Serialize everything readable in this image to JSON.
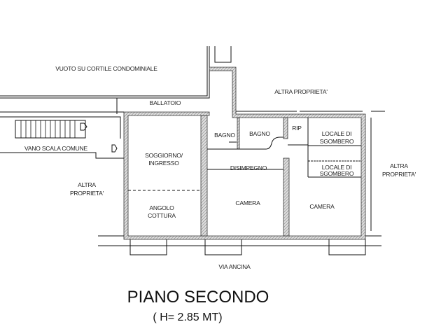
{
  "plan": {
    "labels": {
      "vuoto": "VUOTO SU CORTILE CONDOMINIALE",
      "altra_top": "ALTRA PROPRIETA'",
      "ballatoio": "BALLATOIO",
      "bagno1": "BAGNO",
      "bagno2": "BAGNO",
      "rip": "RIP",
      "locale1_l1": "LOCALE DI",
      "locale1_l2": "SGOMBERO",
      "locale2_l1": "LOCALE DI",
      "locale2_l2": "SGOMBERO",
      "vano_scala": "VANO SCALA COMUNE",
      "soggiorno_l1": "SOGGIORNO/",
      "soggiorno_l2": "INGRESSO",
      "disimpegno": "DISIMPEGNO",
      "altra_right_l1": "ALTRA",
      "altra_right_l2": "PROPRIETA'",
      "altra_left_l1": "ALTRA",
      "altra_left_l2": "PROPRIETA'",
      "camera1": "CAMERA",
      "camera2": "CAMERA",
      "angolo_l1": "ANGOLO",
      "angolo_l2": "COTTURA",
      "street": "VIA ANCINA"
    },
    "title": "PIANO SECONDO",
    "subtitle": "( H= 2.85 MT)"
  }
}
